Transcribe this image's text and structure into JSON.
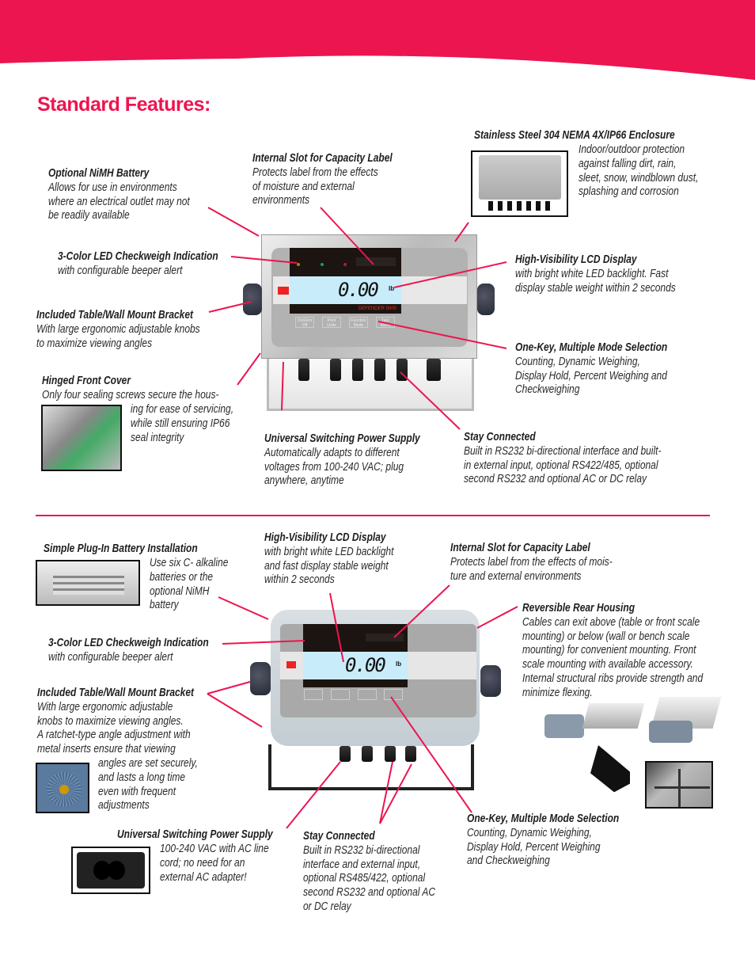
{
  "colors": {
    "brand": "#ec1550"
  },
  "page_title": "Standard Features:",
  "display": {
    "reading": "0.00",
    "unit": "lb",
    "brand": "DEFENDER 5000",
    "buttons": [
      "On/Zero Off",
      "Print Units",
      "Function Mode",
      "Tare Menu"
    ]
  },
  "top": {
    "battery": {
      "title": "Optional NiMH Battery",
      "lines": [
        "Allows for use in environments",
        "where an electrical outlet may not",
        "be readily available"
      ]
    },
    "slot": {
      "title": "Internal Slot for Capacity Label",
      "lines": [
        "Protects label from the effects",
        "of moisture and external",
        "environments"
      ]
    },
    "enclosure": {
      "title": "Stainless Steel 304 NEMA 4X/IP66 Enclosure",
      "lines": [
        "Indoor/outdoor protection",
        "against falling dirt, rain,",
        "sleet, snow, windblown dust,",
        "splashing and corrosion"
      ]
    },
    "led": {
      "title": "3-Color LED Checkweigh Indication",
      "lines": [
        "with configurable beeper alert"
      ]
    },
    "lcd": {
      "title": "High-Visibility LCD Display",
      "lines": [
        "with bright white LED backlight. Fast",
        "display stable weight within 2 seconds"
      ]
    },
    "bracket": {
      "title": "Included Table/Wall Mount Bracket",
      "lines": [
        "With large ergonomic adjustable knobs",
        "to maximize viewing angles"
      ]
    },
    "onekey": {
      "title": "One-Key, Multiple Mode Selection",
      "lines": [
        "Counting, Dynamic Weighing,",
        "Display Hold, Percent Weighing and",
        "Checkweighing"
      ]
    },
    "cover": {
      "title": "Hinged Front Cover",
      "lines": [
        "Only four sealing screws secure the hous-",
        "ing for ease of servicing,",
        "while still ensuring IP66",
        "seal integrity"
      ]
    },
    "power": {
      "title": "Universal Switching Power Supply",
      "lines": [
        "Automatically adapts to different",
        "voltages from 100-240 VAC; plug",
        "anywhere, anytime"
      ]
    },
    "connected": {
      "title": "Stay Connected",
      "lines": [
        "Built in RS232 bi-directional interface and built-",
        "in external input, optional RS422/485, optional",
        "second RS232 and optional  AC or DC relay"
      ]
    }
  },
  "bottom": {
    "battery": {
      "title": "Simple Plug-In Battery Installation",
      "lines": [
        "Use six C- alkaline",
        "batteries or the",
        "optional NiMH",
        "battery"
      ]
    },
    "lcd": {
      "title": "High-Visibility LCD Display",
      "lines": [
        "with bright white LED backlight",
        "and fast display stable weight",
        "within 2 seconds"
      ]
    },
    "slot": {
      "title": "Internal Slot for Capacity Label",
      "lines": [
        "Protects label from the effects of mois-",
        "ture and external environments"
      ]
    },
    "housing": {
      "title": "Reversible Rear Housing",
      "lines": [
        "Cables can exit above (table or front scale",
        "mounting) or below (wall or bench scale",
        "mounting) for convenient mounting.  Front",
        "scale mounting with available accessory.",
        "Internal structural ribs provide strength and",
        "minimize flexing."
      ]
    },
    "led": {
      "title": "3-Color LED Checkweigh Indication",
      "lines": [
        "with configurable beeper alert"
      ]
    },
    "bracket": {
      "title": "Included Table/Wall Mount Bracket",
      "lines": [
        "With large ergonomic adjustable",
        "knobs to maximize viewing angles.",
        "A ratchet-type angle adjustment with",
        "metal inserts ensure that viewing",
        "angles are set securely,",
        "and lasts a long time",
        "even with frequent",
        "adjustments"
      ]
    },
    "power": {
      "title": "Universal Switching Power Supply",
      "lines": [
        "100-240 VAC with AC line",
        "cord; no need for an",
        "external AC adapter!"
      ]
    },
    "connected": {
      "title": "Stay Connected",
      "lines": [
        "Built in RS232 bi-directional",
        "interface and external input,",
        "optional RS485/422, optional",
        "second RS232 and optional AC",
        "or DC relay"
      ]
    },
    "onekey": {
      "title": "One-Key, Multiple Mode Selection",
      "lines": [
        "Counting, Dynamic Weighing,",
        "Display Hold, Percent Weighing",
        "and Checkweighing"
      ]
    }
  }
}
